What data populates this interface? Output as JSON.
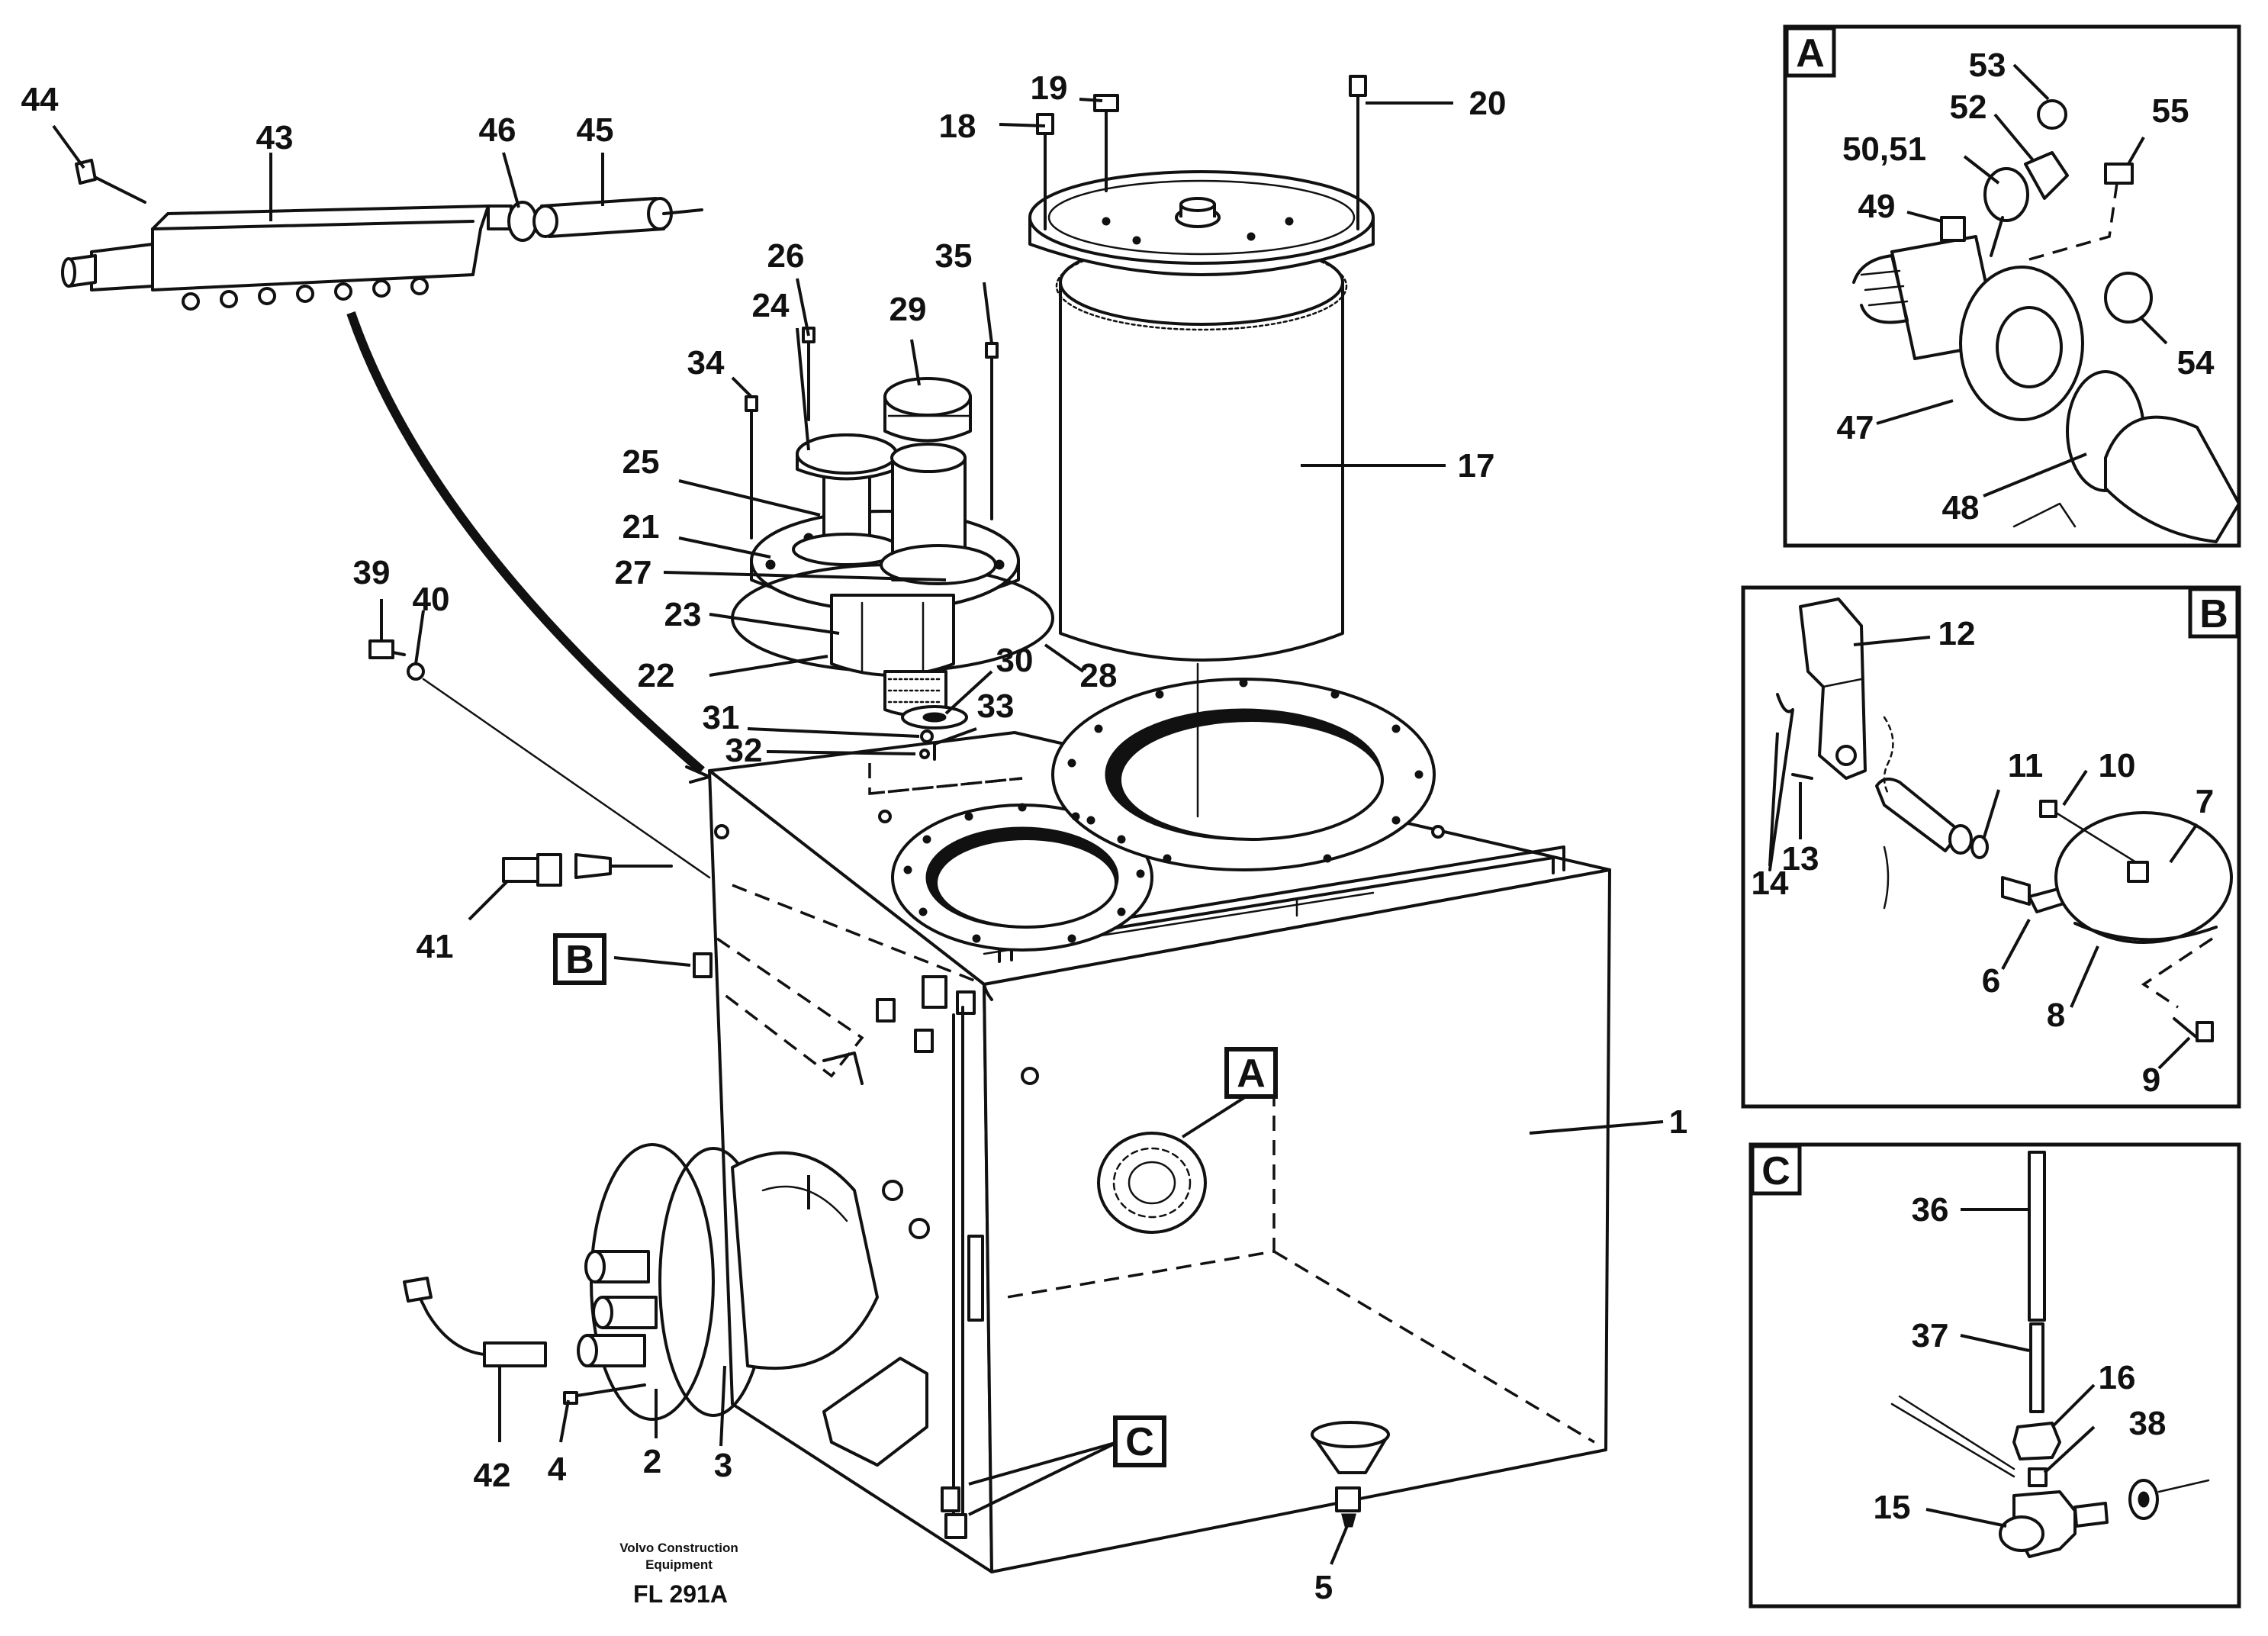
{
  "labels": {
    "l1": "1",
    "l2": "2",
    "l3": "3",
    "l4": "4",
    "l5": "5",
    "l6": "6",
    "l7": "7",
    "l8": "8",
    "l9": "9",
    "l10": "10",
    "l11": "11",
    "l12": "12",
    "l13": "13",
    "l14": "14",
    "l15": "15",
    "l16": "16",
    "l17": "17",
    "l18": "18",
    "l19": "19",
    "l20": "20",
    "l21": "21",
    "l22": "22",
    "l23": "23",
    "l24": "24",
    "l25": "25",
    "l26": "26",
    "l27": "27",
    "l28": "28",
    "l29": "29",
    "l30": "30",
    "l31": "31",
    "l32": "32",
    "l33": "33",
    "l34": "34",
    "l35": "35",
    "l36": "36",
    "l37": "37",
    "l38": "38",
    "l39": "39",
    "l40": "40",
    "l41": "41",
    "l42": "42",
    "l43": "43",
    "l44": "44",
    "l45": "45",
    "l46": "46",
    "l47": "47",
    "l48": "48",
    "l49": "49",
    "l5051": "50,51",
    "l52": "52",
    "l53": "53",
    "l54": "54",
    "l55": "55"
  },
  "callouts": {
    "A": "A",
    "B": "B",
    "C": "C"
  },
  "panels": {
    "A": "A",
    "B": "B",
    "C": "C"
  },
  "footer": {
    "company_line1": "Volvo Construction",
    "company_line2": "Equipment",
    "code": "FL 291A"
  }
}
